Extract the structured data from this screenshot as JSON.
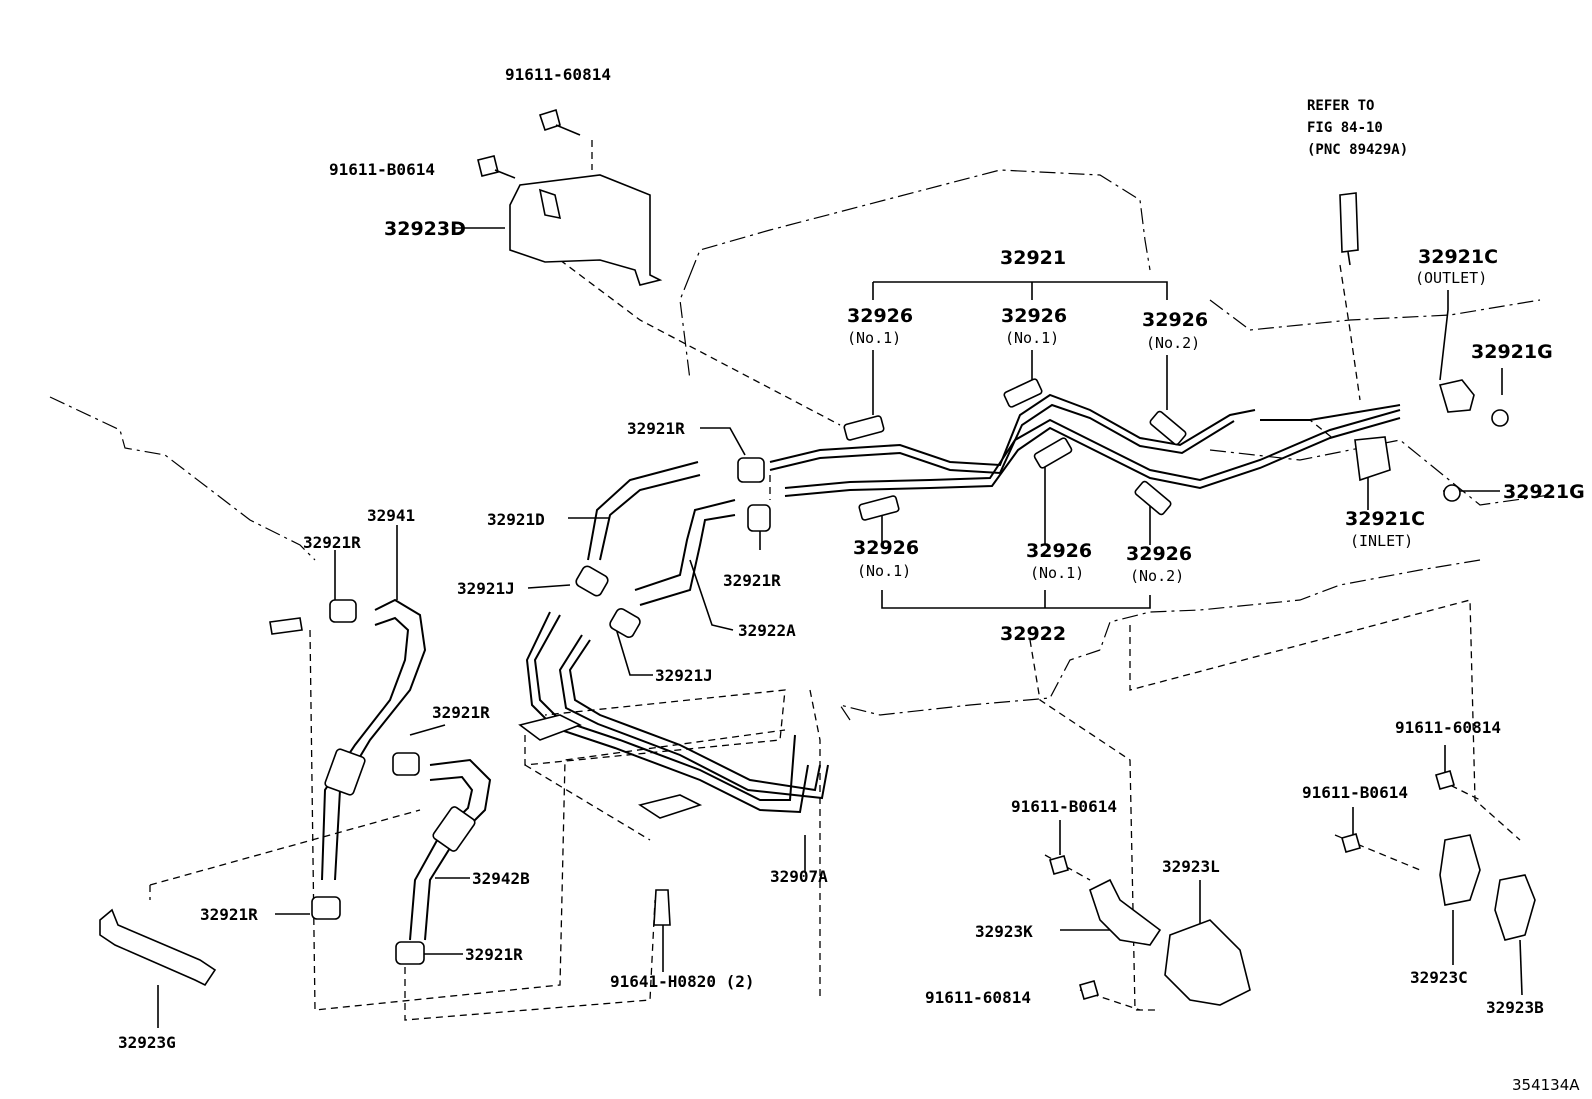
{
  "labels": {
    "bolt_top": "91611-60814",
    "bolt_top2": "91611-B0614",
    "bracket_d": "32923D",
    "refer_1": "REFER TO",
    "refer_2": "FIG 84-10",
    "refer_3": "(PNC 89429A)",
    "tube_set_upper": "32921",
    "hose_a1": "32926",
    "hose_a1_sub": "(No.1)",
    "hose_a2": "32926",
    "hose_a2_sub": "(No.1)",
    "hose_a3": "32926",
    "hose_a3_sub": "(No.2)",
    "union_outlet": "32921C",
    "union_outlet_sub": "(OUTLET)",
    "gasket_1": "32921G",
    "gasket_2": "32921G",
    "union_inlet": "32921C",
    "union_inlet_sub": "(INLET)",
    "clip_r1": "32921R",
    "hose_d": "32921D",
    "clip_r2": "32921R",
    "clip_j1": "32921J",
    "hose_22a": "32922A",
    "clip_j2": "32921J",
    "hose_b1": "32926",
    "hose_b1_sub": "(No.1)",
    "hose_b2": "32926",
    "hose_b2_sub": "(No.1)",
    "hose_b3": "32926",
    "hose_b3_sub": "(No.2)",
    "tube_set_lower": "32922",
    "hose_41": "32941",
    "clip_r3": "32921R",
    "clip_r4": "32921R",
    "clip_r5": "32921R",
    "hose_42b": "32942B",
    "clip_r6": "32921R",
    "bracket_g": "32923G",
    "tube_07a": "32907A",
    "stud": "91641-H0820 (2)",
    "bolt_mid1": "91611-B0614",
    "bracket_l": "32923L",
    "bracket_k": "32923K",
    "bolt_mid2": "91611-60814",
    "bolt_right1": "91611-60814",
    "bolt_right2": "91611-B0614",
    "bracket_c": "32923C",
    "bracket_b": "32923B",
    "figure_id": "354134A"
  }
}
